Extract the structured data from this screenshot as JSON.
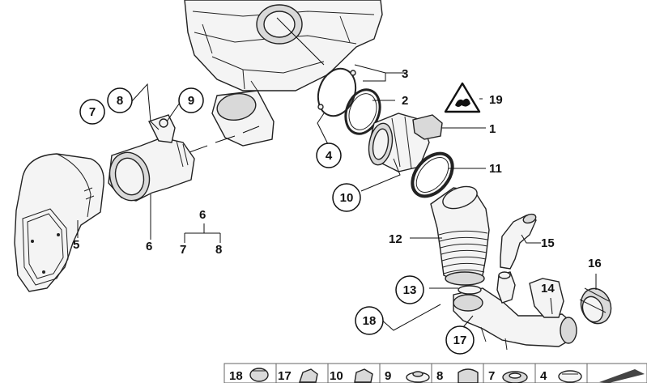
{
  "callouts": {
    "c1": "1",
    "c2": "2",
    "c3": "3",
    "c4": "4",
    "c5": "5",
    "c6": "6",
    "c6b": "6",
    "c7": "7",
    "c7b": "7",
    "c8": "8",
    "c8b": "8",
    "c9": "9",
    "c10": "10",
    "c11": "11",
    "c12": "12",
    "c13": "13",
    "c14": "14",
    "c15": "15",
    "c16": "16",
    "c17": "17",
    "c18": "18",
    "c19": "19"
  },
  "strip": {
    "s18": "18",
    "s17": "17",
    "s10": "10",
    "s9": "9",
    "s8": "8",
    "s7": "7",
    "s4": "4"
  },
  "colors": {
    "line": "#111111",
    "fill": "#f4f4f4",
    "shade": "#d9d9d9"
  },
  "icons": [
    "warning-triangle-icon"
  ]
}
